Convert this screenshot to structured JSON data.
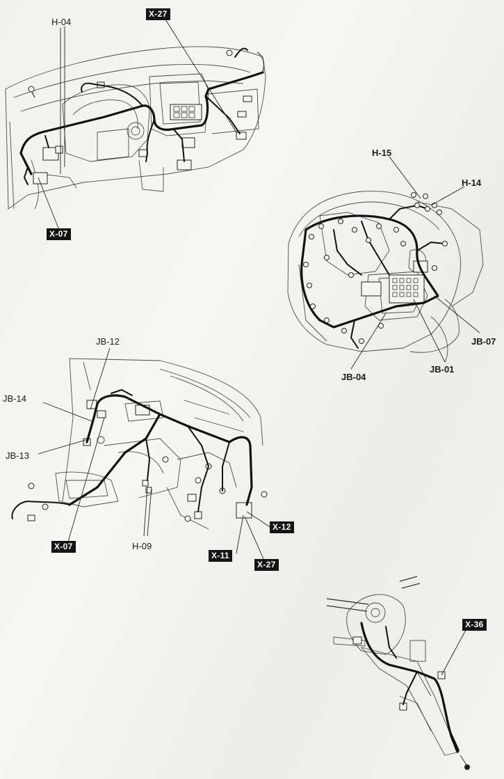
{
  "labels": {
    "h04": "H-04",
    "x27_top": "X-27",
    "x07_top": "X-07",
    "h15": "H-15",
    "h14": "H-14",
    "jb07": "JB-07",
    "jb04": "JB-04",
    "jb01": "JB-01",
    "jb12": "JB-12",
    "jb14": "JB-14",
    "jb13": "JB-13",
    "x07_mid": "X-07",
    "h09": "H-09",
    "x12": "X-12",
    "x11": "X-11",
    "x27_mid": "X-27",
    "x36": "X-36"
  }
}
